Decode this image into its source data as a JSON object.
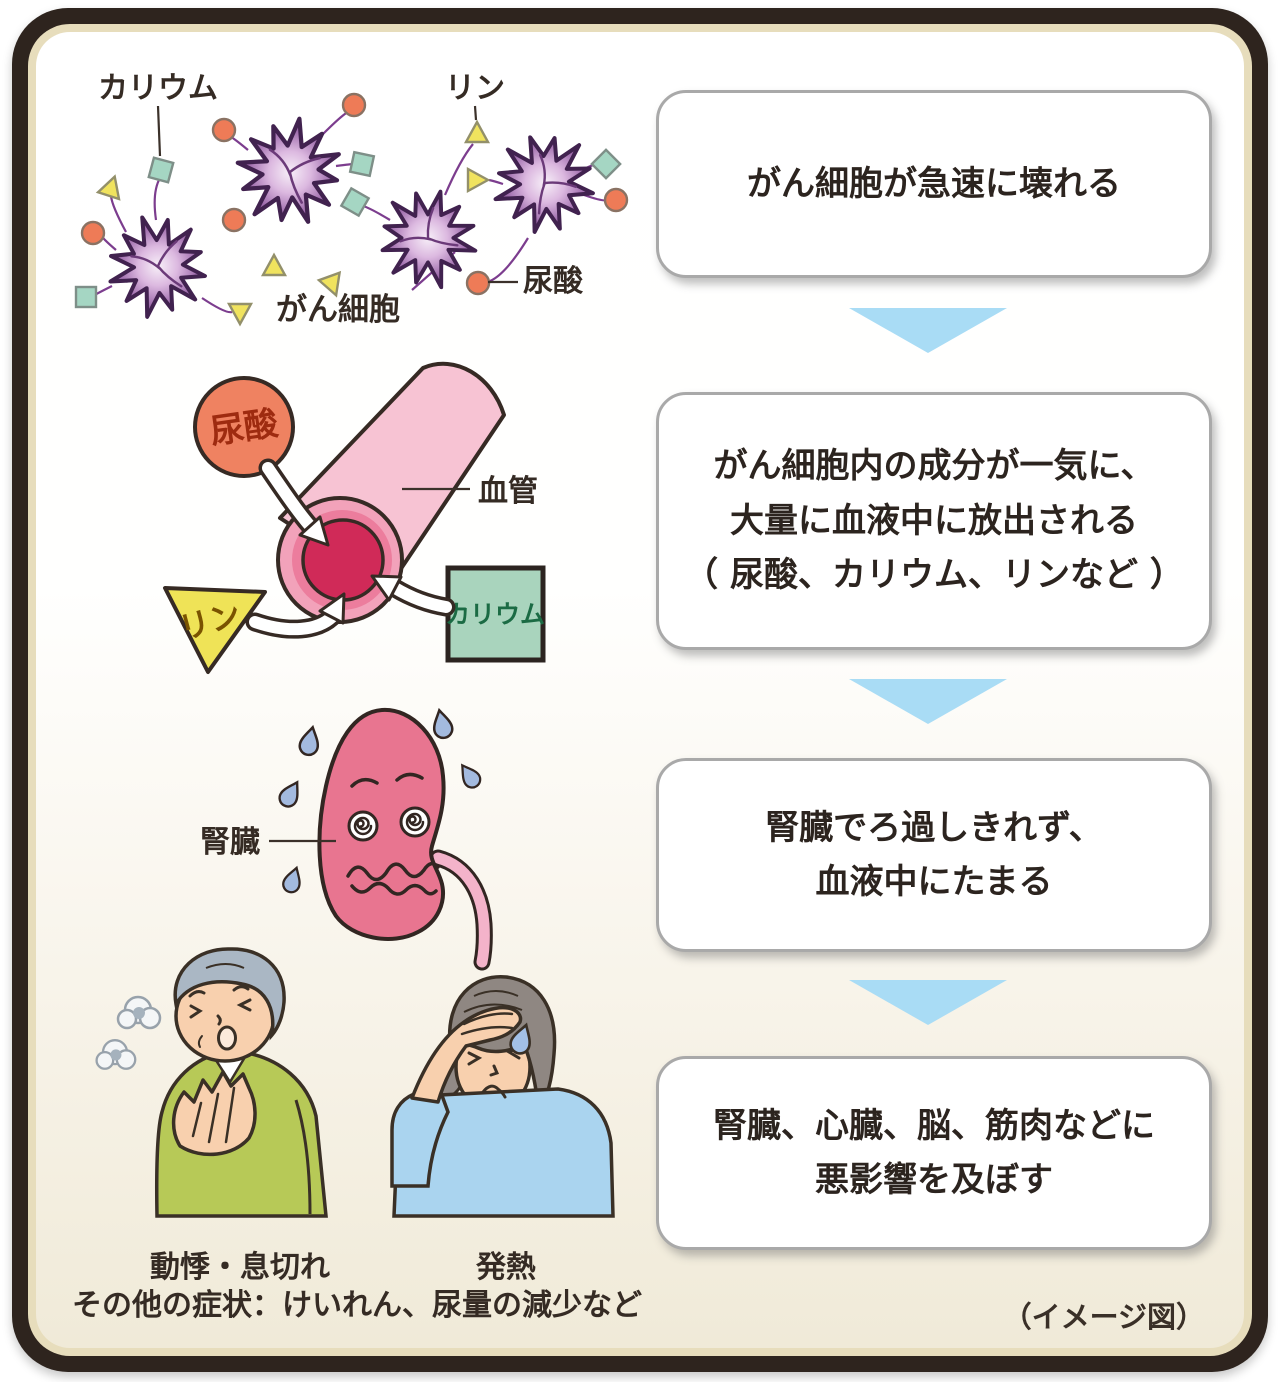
{
  "figure": {
    "caption": "（イメージ図）",
    "other_symptoms": "その他の症状：けいれん、尿量の減少など"
  },
  "cells_diagram": {
    "potassium": "カリウム",
    "phosphorus": "リン",
    "cancer_cell": "がん細胞",
    "uric_acid": "尿酸"
  },
  "vessel_diagram": {
    "uric_acid": "尿酸",
    "phosphorus": "リン",
    "potassium": "カリウム",
    "blood_vessel": "血管"
  },
  "kidney_diagram": {
    "kidney": "腎臓"
  },
  "symptoms": {
    "palpitations": "動悸・息切れ",
    "fever": "発熱"
  },
  "flow_steps": [
    {
      "lines": [
        "がん細胞が急速に壊れる"
      ]
    },
    {
      "lines": [
        "がん細胞内の成分が一気に、",
        "大量に血液中に放出される",
        "（ 尿酸、カリウム、リンなど ）"
      ]
    },
    {
      "lines": [
        "腎臓でろ過しきれず、",
        "血液中にたまる"
      ]
    },
    {
      "lines": [
        "腎臓、心臓、脳、筋肉などに",
        "悪影響を及ぼす"
      ]
    }
  ],
  "colors": {
    "frame_border": "#2e241e",
    "frame_ring": "#e7ddbc",
    "bg_top": "#ffffff",
    "bg_bottom": "#f0ead8",
    "box_bg": "#ffffff",
    "box_border": "#a9a9a9",
    "flow_arrow_blue": "#a9dcf5",
    "text_dark": "#2c241f",
    "cell_purple": "#7c4489",
    "uric_acid_orange": "#ee7b57",
    "potassium_teal": "#a5d6c3",
    "phosphorus_yellow": "#f0e35e",
    "vessel_pink": "#f7c3d3",
    "vessel_core_red": "#d02a58",
    "kidney_rose": "#e87590",
    "sweat_blue": "#a3badf",
    "sweater_green": "#b7c957",
    "shirt_blue": "#aad4ef",
    "skin": "#f8d0ae",
    "hair_gray": "#aab7c4"
  }
}
